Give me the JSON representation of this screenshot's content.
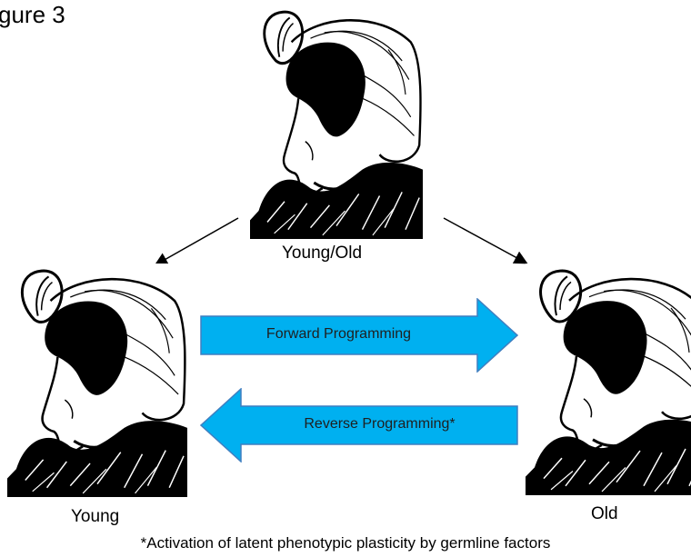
{
  "figure": {
    "title": "gure 3",
    "images": {
      "center_label": "Young/Old",
      "left_label": "Young",
      "right_label": "Old"
    },
    "arrows": {
      "forward_label": "Forward Programming",
      "reverse_label": "Reverse Programming*",
      "color": "#00b0f0"
    },
    "footnote": "*Activation of latent phenotypic plasticity by germline factors"
  },
  "icons": {
    "illustration": "old-woman-young-woman-illusion"
  }
}
